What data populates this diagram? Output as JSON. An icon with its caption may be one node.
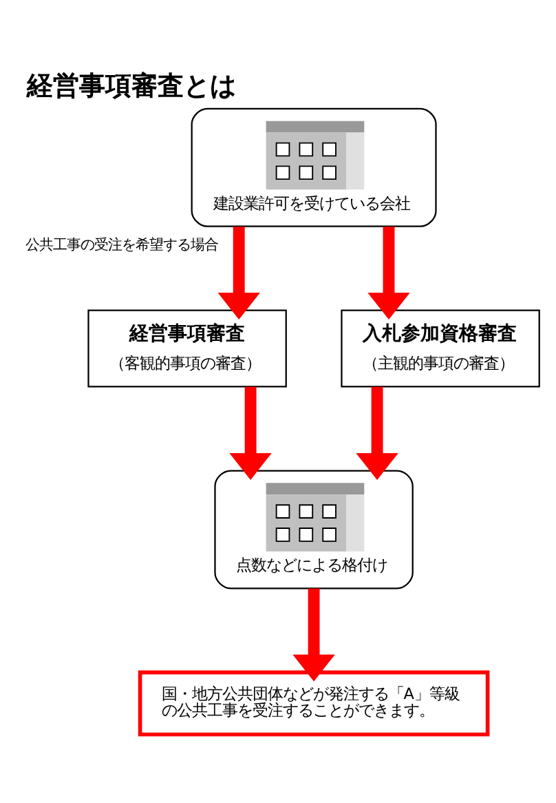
{
  "diagram": {
    "title": "経営事項審査とは",
    "nodes": [
      {
        "text": [
          "建設業許可を受けている会社"
        ]
      },
      {
        "text": [
          "経営事項審査",
          "（客観的事項の審査）"
        ]
      },
      {
        "text": [
          "入札参加資格審査",
          "（主観的事項の審査）"
        ]
      },
      {
        "text": [
          "点数などによる格付け"
        ]
      },
      {
        "text": [
          "国・地方公共団体などが発注する「A」等級の公共工事を受注することができます。"
        ]
      }
    ],
    "edges": [
      {
        "from": 0,
        "to": 1,
        "arrow": "to",
        "label": "公共工事の受注を希望する場合"
      },
      {
        "from": 0,
        "to": 2,
        "arrow": "to"
      },
      {
        "from": 1,
        "to": 3,
        "arrow": "to"
      },
      {
        "from": 2,
        "to": 3,
        "arrow": "to"
      },
      {
        "from": 3,
        "to": 4,
        "arrow": "to"
      }
    ]
  }
}
